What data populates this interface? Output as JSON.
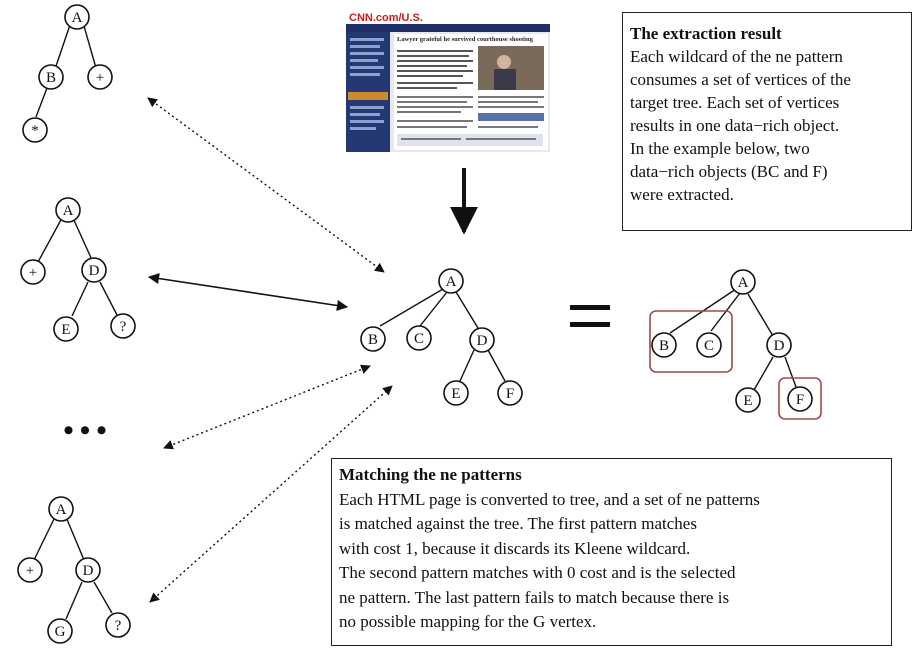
{
  "extraction_box": {
    "title": "The extraction result",
    "lines": [
      "Each wildcard of the ne pattern",
      "consumes a set of vertices of the",
      "target tree. Each set of vertices",
      "results in one data−rich object.",
      "In the example below, two",
      "data−rich objects (BC and F)",
      "were extracted."
    ]
  },
  "matching_box": {
    "title": "Matching the ne patterns",
    "lines": [
      "Each HTML page is converted to tree, and a set of ne patterns",
      "is matched against the tree. The first pattern matches",
      "with cost 1, because it discards its Kleene wildcard.",
      "The second pattern matches with 0 cost and is the selected",
      "ne pattern. The last pattern fails to match because there is",
      "no possible mapping for the G vertex."
    ]
  },
  "webpage_thumbnail": {
    "logo": "CNN.com/U.S.",
    "headline": "Lawyer grateful he survived courthouse shooting"
  },
  "ellipsis": "•••",
  "equals_sign": "=",
  "pattern_trees": [
    {
      "id": "pattern-1",
      "nodes": [
        "A",
        "B",
        "+",
        "*"
      ]
    },
    {
      "id": "pattern-2",
      "nodes": [
        "A",
        "+",
        "D",
        "E",
        "?"
      ]
    },
    {
      "id": "pattern-3",
      "nodes": [
        "A",
        "+",
        "D",
        "G",
        "?"
      ]
    }
  ],
  "target_tree": {
    "nodes": [
      "A",
      "B",
      "C",
      "D",
      "E",
      "F"
    ]
  },
  "result_tree": {
    "nodes": [
      "A",
      "B",
      "C",
      "D",
      "E",
      "F"
    ],
    "highlighted_groups": [
      [
        "B",
        "C"
      ],
      [
        "F"
      ]
    ]
  },
  "colors": {
    "ink": "#111111",
    "highlight": "#a04848",
    "cnn_red": "#c8201c",
    "cnn_navy": "#1f2f66"
  }
}
